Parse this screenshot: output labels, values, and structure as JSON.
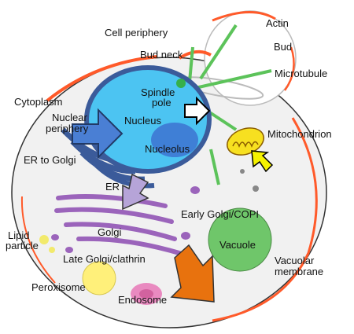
{
  "labels": {
    "cell_periphery": "Cell periphery",
    "actin": "Actin",
    "bud": "Bud",
    "bud_neck": "Bud neck",
    "microtubule": "Microtubule",
    "cytoplasm": "Cytoplasm",
    "spindle_pole": "Spindle",
    "spindle_pole_2": "pole",
    "nuclear_periphery": "Nuclear",
    "nuclear_periphery_2": "periphery",
    "nucleus": "Nucleus",
    "nucleolus": "Nucleolus",
    "mitochondrion": "Mitochondrion",
    "er_to_golgi": "ER to Golgi",
    "er": "ER",
    "early_golgi": "Early Golgi/COPI",
    "golgi": "Golgi",
    "vacuole": "Vacuole",
    "lipid_particle": "Lipid",
    "lipid_particle_2": "particle",
    "late_golgi": "Late Golgi/clathrin",
    "vacuolar_membrane": "Vacuolar",
    "vacuolar_membrane_2": "membrane",
    "peroxisome": "Peroxisome",
    "endosome": "Endosome"
  },
  "colors": {
    "cell_outline": "#ff5a2a",
    "nucleus": "#4cc4f2",
    "nucleolus": "#3f7fd6",
    "er": "#3b5b9a",
    "golgi": "#9b64bb",
    "microtubule": "#5cc35a",
    "mitochondrion": "#f7e020",
    "vacuole": "#6fc66a",
    "peroxisome": "#fff07a",
    "endosome": "#e98ac0",
    "arrow_blue": "#4a7fd4",
    "arrow_purple": "#b6a4d8",
    "arrow_yellow": "#f5f200",
    "arrow_orange": "#e8720e"
  }
}
